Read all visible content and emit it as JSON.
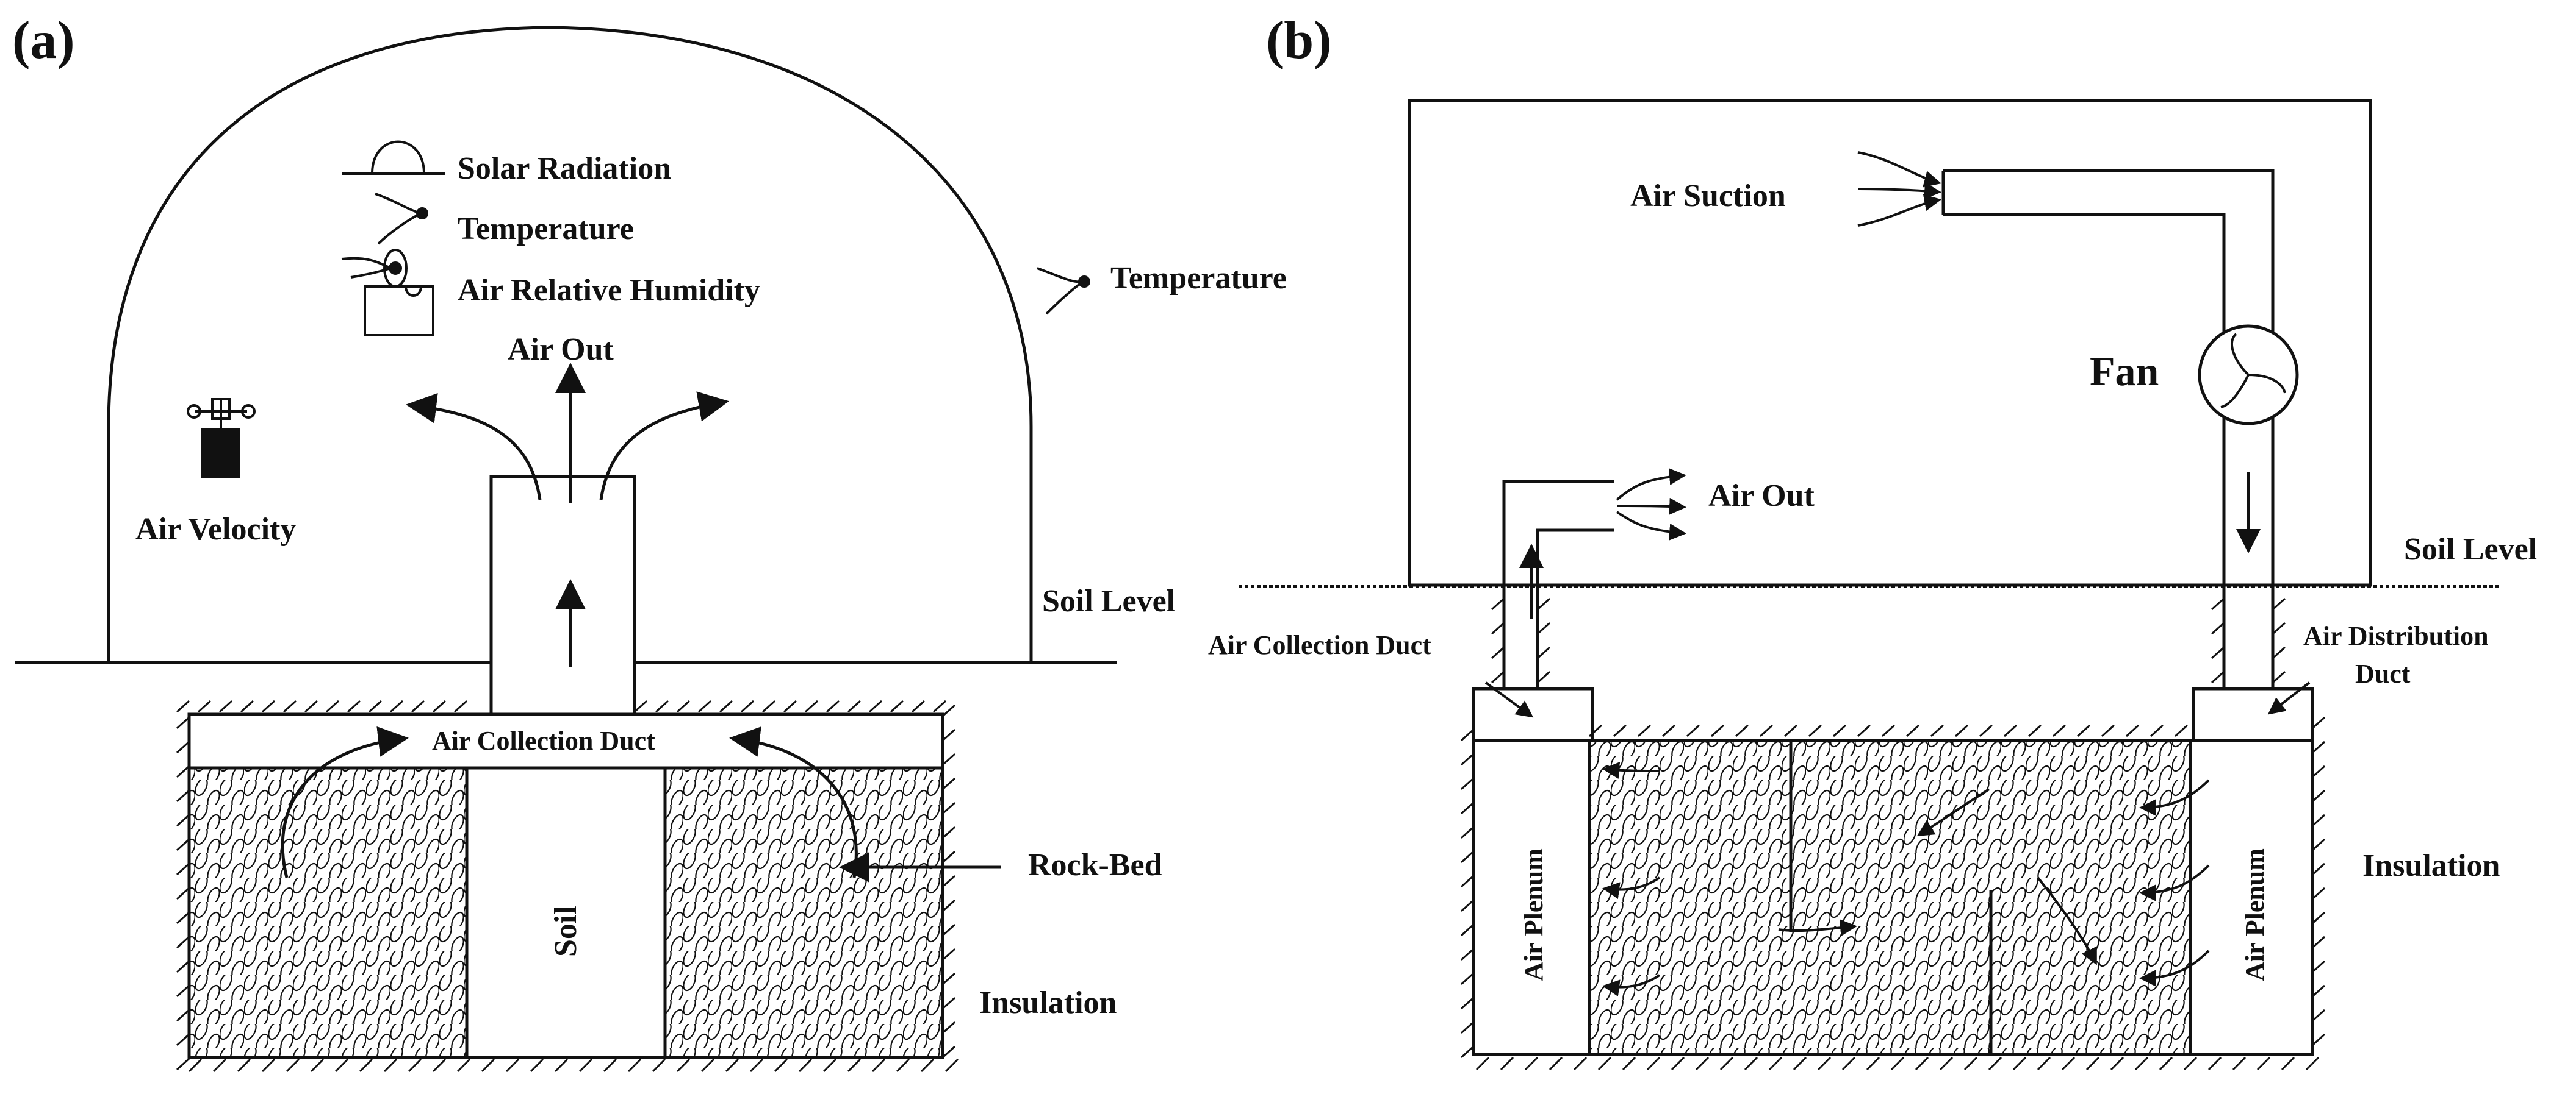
{
  "panel_a": {
    "label": "(a)",
    "solar_radiation": "Solar Radiation",
    "temperature_inside": "Temperature",
    "air_relative_humidity": "Air Relative Humidity",
    "temperature_outside": "Temperature",
    "air_out": "Air Out",
    "air_velocity": "Air Velocity",
    "soil_level": "Soil Level",
    "air_collection_duct": "Air Collection Duct",
    "soil": "Soil",
    "rock_bed": "Rock-Bed",
    "insulation": "Insulation"
  },
  "panel_b": {
    "label": "(b)",
    "air_suction": "Air Suction",
    "fan": "Fan",
    "air_out": "Air Out",
    "soil_level": "Soil Level",
    "air_collection_duct": "Air Collection Duct",
    "air_distribution_duct_line1": "Air Distribution",
    "air_distribution_duct_line2": "Duct",
    "air_plenum_left": "Air Plenum",
    "air_plenum_right": "Air Plenum",
    "insulation": "Insulation"
  },
  "colors": {
    "stroke": "#111111",
    "background": "#ffffff"
  }
}
